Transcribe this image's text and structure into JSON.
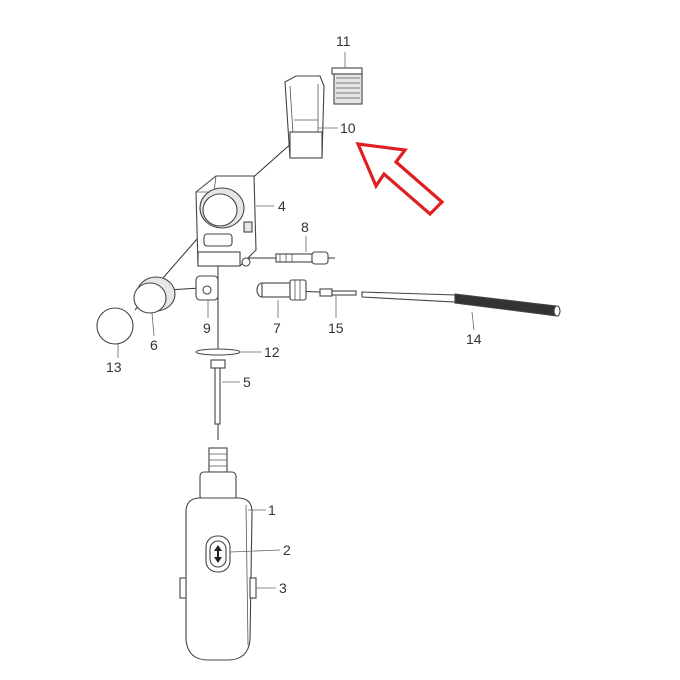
{
  "diagram": {
    "callouts": {
      "p1": "1",
      "p2": "2",
      "p3": "3",
      "p4": "4",
      "p5": "5",
      "p6": "6",
      "p7": "7",
      "p8": "8",
      "p9": "9",
      "p10": "10",
      "p11": "11",
      "p12": "12",
      "p13": "13",
      "p14": "14",
      "p15": "15"
    },
    "highlight_color": "#e02020",
    "line_color": "#444444"
  }
}
